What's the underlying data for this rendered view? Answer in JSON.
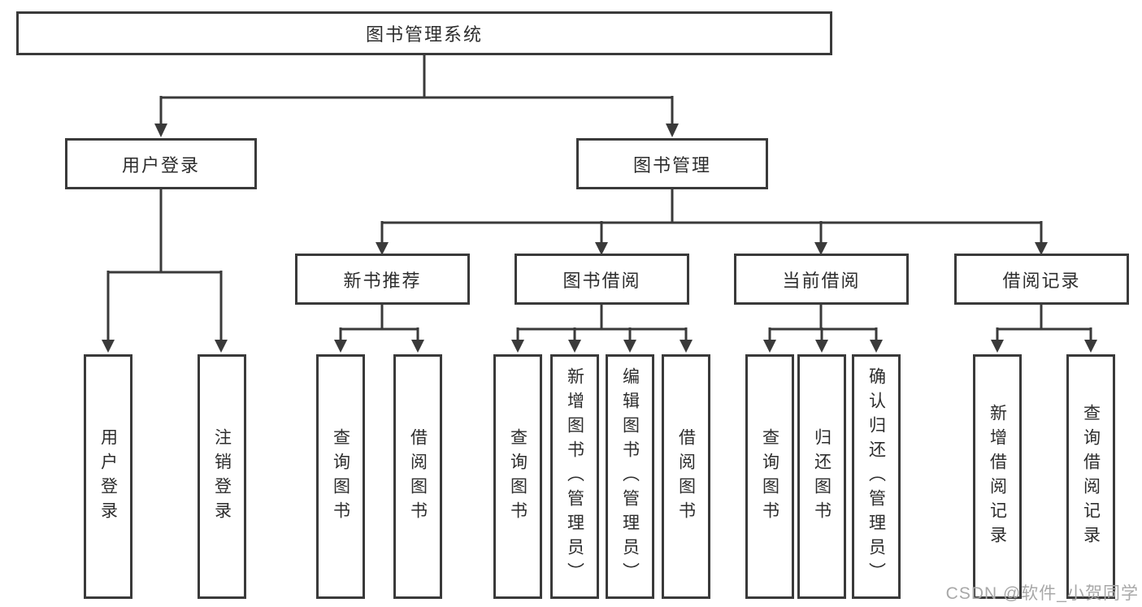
{
  "tree": {
    "root": {
      "label": "图书管理系统"
    },
    "branches": [
      {
        "label": "用户登录",
        "children": [
          {
            "label": "用户登录"
          },
          {
            "label": "注销登录"
          }
        ]
      },
      {
        "label": "图书管理",
        "children": [
          {
            "label": "新书推荐",
            "children": [
              {
                "label": "查询图书"
              },
              {
                "label": "借阅图书"
              }
            ]
          },
          {
            "label": "图书借阅",
            "children": [
              {
                "label": "查询图书"
              },
              {
                "label": "新增图书（管理员）"
              },
              {
                "label": "编辑图书（管理员）"
              },
              {
                "label": "借阅图书"
              }
            ]
          },
          {
            "label": "当前借阅",
            "children": [
              {
                "label": "查询图书"
              },
              {
                "label": "归还图书"
              },
              {
                "label": "确认归还（管理员）"
              }
            ]
          },
          {
            "label": "借阅记录",
            "children": [
              {
                "label": "新增借阅记录"
              },
              {
                "label": "查询借阅记录"
              }
            ]
          }
        ]
      }
    ]
  },
  "watermark": "CSDN @软件_小贺同学",
  "colors": {
    "line": "#3a3a3a",
    "border": "#3a3a3a",
    "text": "#2d2d2d",
    "watermark": "#a8a8a8"
  }
}
